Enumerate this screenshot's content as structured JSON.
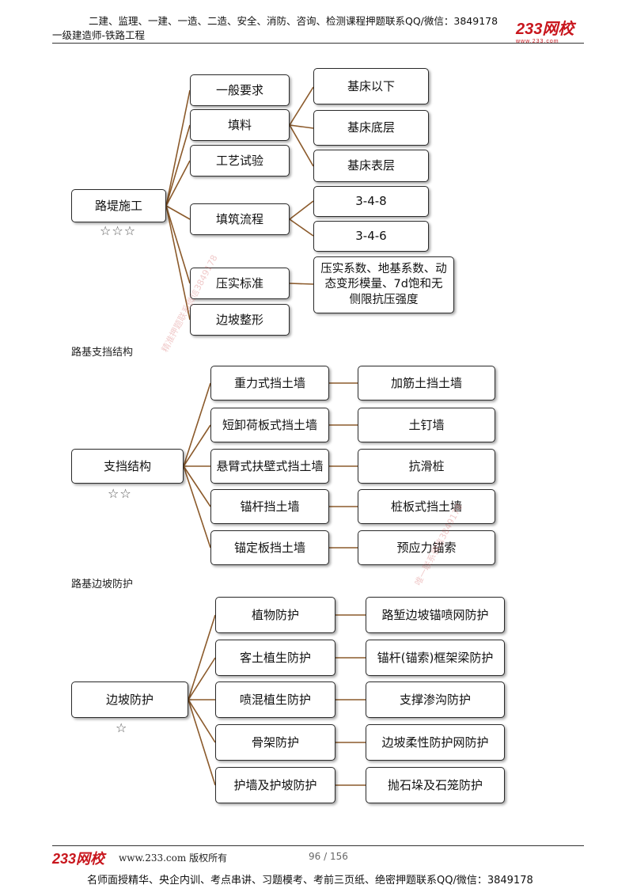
{
  "header": {
    "promo_line": "二建、监理、一建、一造、二造、安全、消防、咨询、检测课程押题联系QQ/微信：3849178",
    "subject": "一级建造师-铁路工程",
    "logo_text": "233网校",
    "logo_url": "www.233.com"
  },
  "diagram1": {
    "root": "路堤施工",
    "stars": "☆☆☆",
    "branches": [
      "一般要求",
      "填料",
      "工艺试验",
      "填筑流程",
      "压实标准",
      "边坡整形"
    ],
    "fill_items": [
      "基床以下",
      "基床底层",
      "基床表层"
    ],
    "flow_items": [
      "3-4-8",
      "3-4-6"
    ],
    "compaction_lines": [
      "压实系数、地基系数、动",
      "态变形模量、7d饱和无",
      "侧限抗压强度"
    ]
  },
  "section2": {
    "label": "路基支挡结构",
    "root": "支挡结构",
    "stars": "☆☆",
    "left": [
      "重力式挡土墙",
      "短卸荷板式挡土墙",
      "悬臂式扶壁式挡土墙",
      "锚杆挡土墙",
      "锚定板挡土墙"
    ],
    "right": [
      "加筋土挡土墙",
      "土钉墙",
      "抗滑桩",
      "桩板式挡土墙",
      "预应力锚索"
    ]
  },
  "section3": {
    "label": "路基边坡防护",
    "root": "边坡防护",
    "stars": "☆",
    "left": [
      "植物防护",
      "客土植生防护",
      "喷混植生防护",
      "骨架防护",
      "护墙及护坡防护"
    ],
    "right": [
      "路堑边坡锚喷网防护",
      "锚杆(锚索)框架梁防护",
      "支撑渗沟防护",
      "边坡柔性防护网防护",
      "抛石垛及石笼防护"
    ]
  },
  "watermarks": [
    "精准押题联系微信3849178",
    "唯一联系微信3849178"
  ],
  "footer": {
    "logo_text": "233网校",
    "copyright": "www.233.com 版权所有",
    "page": "96 / 156",
    "promo": "名师面授精华、央企内训、考点串讲、习题模考、考前三页纸、绝密押题联系QQ/微信：3849178"
  },
  "colors": {
    "connector": "#8b5a2b",
    "logo": "#c8161d"
  }
}
